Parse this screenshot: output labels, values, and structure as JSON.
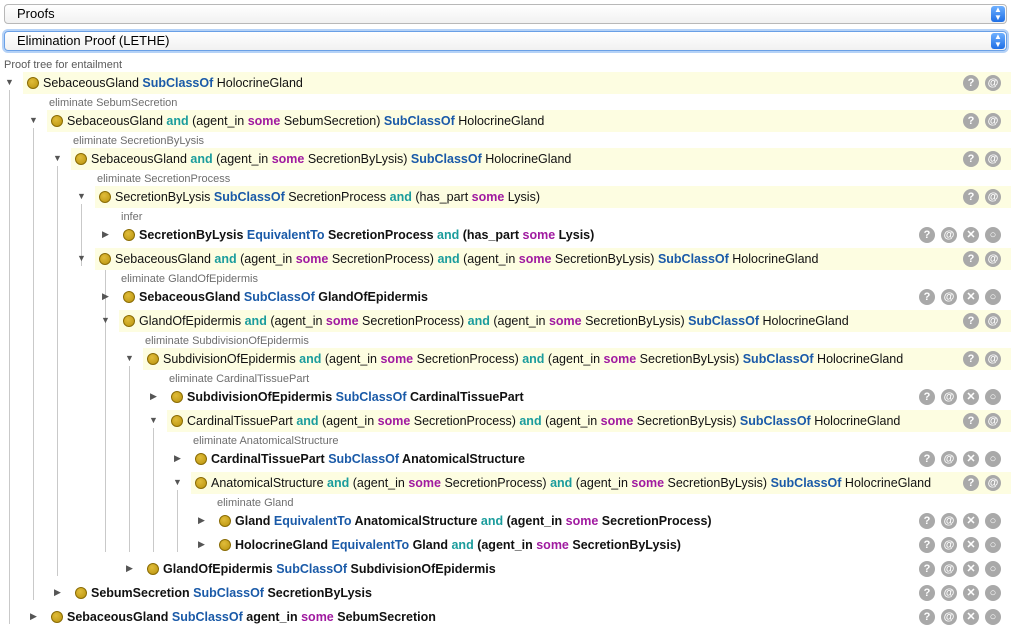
{
  "header": {
    "proofs_select": "Proofs",
    "method_select": "Elimination Proof (LETHE)",
    "caption": "Proof tree for entailment"
  },
  "buttons": {
    "help": "?",
    "explain": "@",
    "delete": "✕",
    "ignore": "○"
  },
  "labels": [
    {
      "text": "eliminate SebumSecretion"
    },
    {
      "text": "eliminate SecretionByLysis"
    },
    {
      "text": "eliminate SecretionProcess"
    },
    {
      "text": "infer"
    },
    {
      "text": "eliminate GlandOfEpidermis"
    },
    {
      "text": "eliminate SubdivisionOfEpidermis"
    },
    {
      "text": "eliminate CardinalTissuePart"
    },
    {
      "text": "eliminate AnatomicalStructure"
    },
    {
      "text": "eliminate Gland"
    }
  ],
  "rows": [
    {
      "tokens": [
        {
          "t": "SebaceousGland "
        },
        {
          "t": "SubClassOf",
          "k": "b"
        },
        {
          "t": " HolocrineGland"
        }
      ]
    },
    {
      "tokens": [
        {
          "t": "SebaceousGland "
        },
        {
          "t": "and",
          "k": "t"
        },
        {
          "t": " (agent_in "
        },
        {
          "t": "some",
          "k": "m"
        },
        {
          "t": " SebumSecretion) "
        },
        {
          "t": "SubClassOf",
          "k": "b"
        },
        {
          "t": " HolocrineGland"
        }
      ]
    },
    {
      "tokens": [
        {
          "t": "SebaceousGland "
        },
        {
          "t": "and",
          "k": "t"
        },
        {
          "t": " (agent_in "
        },
        {
          "t": "some",
          "k": "m"
        },
        {
          "t": " SecretionByLysis) "
        },
        {
          "t": "SubClassOf",
          "k": "b"
        },
        {
          "t": " HolocrineGland"
        }
      ]
    },
    {
      "tokens": [
        {
          "t": "SecretionByLysis "
        },
        {
          "t": "SubClassOf",
          "k": "b"
        },
        {
          "t": " SecretionProcess "
        },
        {
          "t": "and",
          "k": "t"
        },
        {
          "t": " (has_part "
        },
        {
          "t": "some",
          "k": "m"
        },
        {
          "t": " Lysis)"
        }
      ]
    },
    {
      "tokens": [
        {
          "t": "SecretionByLysis "
        },
        {
          "t": "EquivalentTo",
          "k": "b"
        },
        {
          "t": " SecretionProcess "
        },
        {
          "t": "and",
          "k": "t"
        },
        {
          "t": " (has_part "
        },
        {
          "t": "some",
          "k": "m"
        },
        {
          "t": " Lysis)"
        }
      ]
    },
    {
      "tokens": [
        {
          "t": "SebaceousGland "
        },
        {
          "t": "and",
          "k": "t"
        },
        {
          "t": " (agent_in "
        },
        {
          "t": "some",
          "k": "m"
        },
        {
          "t": " SecretionProcess) "
        },
        {
          "t": "and",
          "k": "t"
        },
        {
          "t": " (agent_in "
        },
        {
          "t": "some",
          "k": "m"
        },
        {
          "t": " SecretionByLysis) "
        },
        {
          "t": "SubClassOf",
          "k": "b"
        },
        {
          "t": " HolocrineGland"
        }
      ]
    },
    {
      "tokens": [
        {
          "t": "SebaceousGland "
        },
        {
          "t": "SubClassOf",
          "k": "b"
        },
        {
          "t": " GlandOfEpidermis"
        }
      ]
    },
    {
      "tokens": [
        {
          "t": "GlandOfEpidermis "
        },
        {
          "t": "and",
          "k": "t"
        },
        {
          "t": " (agent_in "
        },
        {
          "t": "some",
          "k": "m"
        },
        {
          "t": " SecretionProcess) "
        },
        {
          "t": "and",
          "k": "t"
        },
        {
          "t": " (agent_in "
        },
        {
          "t": "some",
          "k": "m"
        },
        {
          "t": " SecretionByLysis) "
        },
        {
          "t": "SubClassOf",
          "k": "b"
        },
        {
          "t": " HolocrineGland"
        }
      ]
    },
    {
      "tokens": [
        {
          "t": "SubdivisionOfEpidermis "
        },
        {
          "t": "and",
          "k": "t"
        },
        {
          "t": " (agent_in "
        },
        {
          "t": "some",
          "k": "m"
        },
        {
          "t": " SecretionProcess) "
        },
        {
          "t": "and",
          "k": "t"
        },
        {
          "t": " (agent_in "
        },
        {
          "t": "some",
          "k": "m"
        },
        {
          "t": " SecretionByLysis) "
        },
        {
          "t": "SubClassOf",
          "k": "b"
        },
        {
          "t": " HolocrineGland"
        }
      ]
    },
    {
      "tokens": [
        {
          "t": "SubdivisionOfEpidermis "
        },
        {
          "t": "SubClassOf",
          "k": "b"
        },
        {
          "t": " CardinalTissuePart"
        }
      ]
    },
    {
      "tokens": [
        {
          "t": "CardinalTissuePart "
        },
        {
          "t": "and",
          "k": "t"
        },
        {
          "t": " (agent_in "
        },
        {
          "t": "some",
          "k": "m"
        },
        {
          "t": " SecretionProcess) "
        },
        {
          "t": "and",
          "k": "t"
        },
        {
          "t": " (agent_in "
        },
        {
          "t": "some",
          "k": "m"
        },
        {
          "t": " SecretionByLysis) "
        },
        {
          "t": "SubClassOf",
          "k": "b"
        },
        {
          "t": " HolocrineGland"
        }
      ]
    },
    {
      "tokens": [
        {
          "t": "CardinalTissuePart "
        },
        {
          "t": "SubClassOf",
          "k": "b"
        },
        {
          "t": " AnatomicalStructure"
        }
      ]
    },
    {
      "tokens": [
        {
          "t": "AnatomicalStructure "
        },
        {
          "t": "and",
          "k": "t"
        },
        {
          "t": " (agent_in "
        },
        {
          "t": "some",
          "k": "m"
        },
        {
          "t": " SecretionProcess) "
        },
        {
          "t": "and",
          "k": "t"
        },
        {
          "t": " (agent_in "
        },
        {
          "t": "some",
          "k": "m"
        },
        {
          "t": " SecretionByLysis) "
        },
        {
          "t": "SubClassOf",
          "k": "b"
        },
        {
          "t": " HolocrineGland"
        }
      ]
    },
    {
      "tokens": [
        {
          "t": "Gland "
        },
        {
          "t": "EquivalentTo",
          "k": "b"
        },
        {
          "t": " AnatomicalStructure "
        },
        {
          "t": "and",
          "k": "t"
        },
        {
          "t": " (agent_in "
        },
        {
          "t": "some",
          "k": "m"
        },
        {
          "t": " SecretionProcess)"
        }
      ]
    },
    {
      "tokens": [
        {
          "t": "HolocrineGland "
        },
        {
          "t": "EquivalentTo",
          "k": "b"
        },
        {
          "t": " Gland "
        },
        {
          "t": "and",
          "k": "t"
        },
        {
          "t": " (agent_in "
        },
        {
          "t": "some",
          "k": "m"
        },
        {
          "t": " SecretionByLysis)"
        }
      ]
    },
    {
      "tokens": [
        {
          "t": "GlandOfEpidermis "
        },
        {
          "t": "SubClassOf",
          "k": "b"
        },
        {
          "t": " SubdivisionOfEpidermis"
        }
      ]
    },
    {
      "tokens": [
        {
          "t": "SebumSecretion "
        },
        {
          "t": "SubClassOf",
          "k": "b"
        },
        {
          "t": " SecretionByLysis"
        }
      ]
    },
    {
      "tokens": [
        {
          "t": "SebaceousGland "
        },
        {
          "t": "SubClassOf",
          "k": "b"
        },
        {
          "t": " agent_in "
        },
        {
          "t": "some",
          "k": "m"
        },
        {
          "t": " SebumSecretion"
        }
      ]
    }
  ]
}
